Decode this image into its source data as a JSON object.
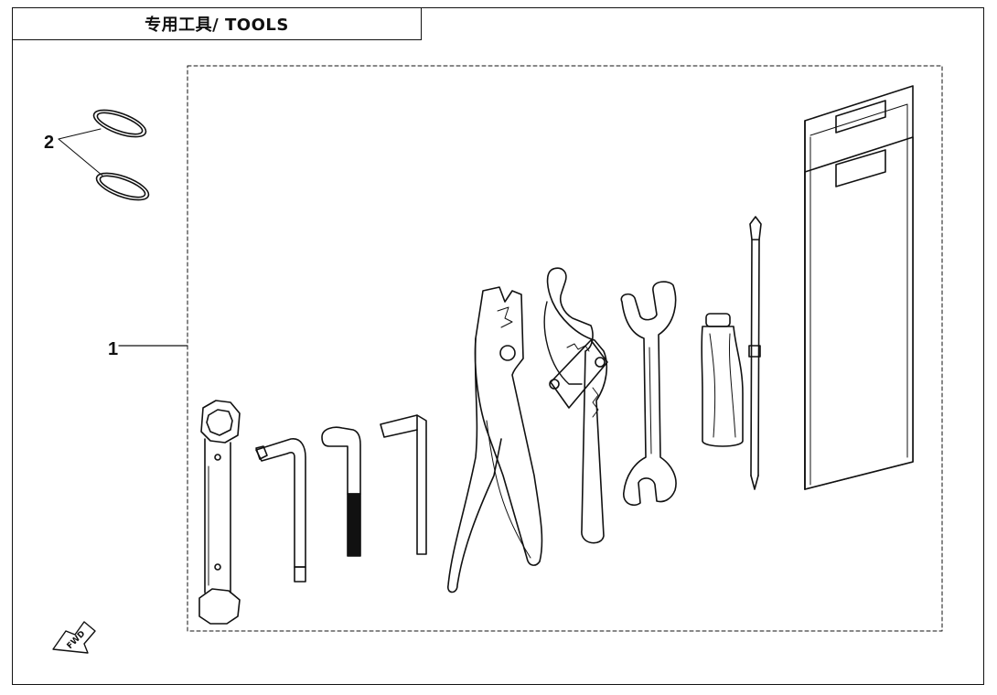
{
  "title": "专用工具/ TOOLS",
  "callouts": [
    {
      "label": "1",
      "part": "tool-kit-set"
    },
    {
      "label": "2",
      "part": "o-ring"
    }
  ],
  "direction_marker": "FWD",
  "colors": {
    "line": "#111111",
    "background": "#ffffff",
    "pouch_fill": "#dcdcdc"
  }
}
